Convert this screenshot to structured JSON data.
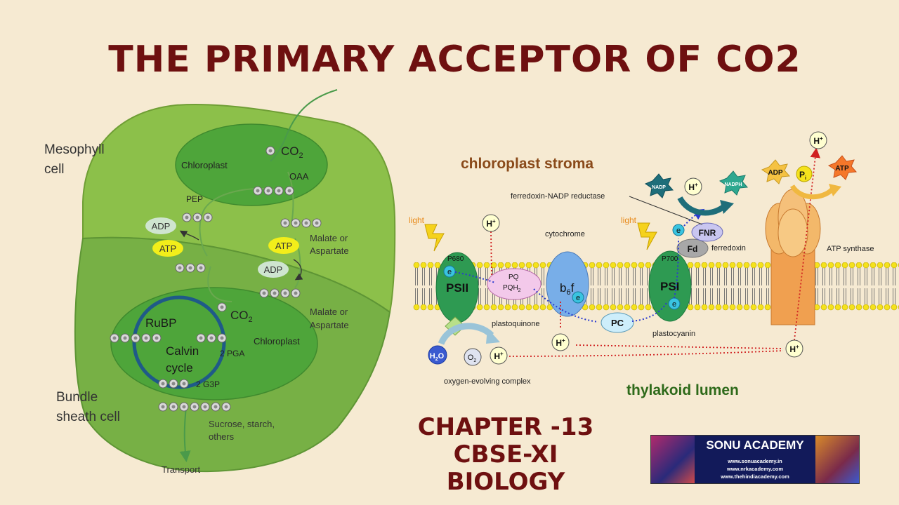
{
  "title": "THE PRIMARY ACCEPTOR OF CO2",
  "chapter": {
    "line1": "CHAPTER -13",
    "line2": "CBSE-XI",
    "line3": "BIOLOGY"
  },
  "c4_diagram": {
    "mesophyll_label": [
      "Mesophyll",
      "cell"
    ],
    "bundle_label": [
      "Bundle",
      "sheath cell"
    ],
    "chloroplast_top": "Chloroplast",
    "chloroplast_bottom": "Chloroplast",
    "co2": "CO",
    "co2_sub": "2",
    "oaa": "OAA",
    "pep": "PEP",
    "adp": "ADP",
    "atp": "ATP",
    "malate_aspartate": [
      "Malate or",
      "Aspartate"
    ],
    "rubp": "RuBP",
    "calvin": [
      "Calvin",
      "cycle"
    ],
    "pga": "2 PGA",
    "g3p": "2 G3P",
    "sucrose": [
      "Sucrose, starch,",
      "others"
    ],
    "transport": "Transport"
  },
  "light_diagram": {
    "stroma": "chloroplast stroma",
    "lumen": "thylakoid lumen",
    "light": "light",
    "p680": "P680",
    "psii": "PSII",
    "p700": "P700",
    "psi": "PSI",
    "pq": "PQ",
    "pqh": "PQH",
    "pqh_sub": "2",
    "plastoquinone": "plastoquinone",
    "cytochrome": "cytochrome",
    "b6f": "b",
    "b6f_sub": "6",
    "b6f_end": "f",
    "pc": "PC",
    "plastocyanin": "plastocyanin",
    "fd": "Fd",
    "ferredoxin": "ferredoxin",
    "fnr": "FNR",
    "fnr_label": "ferredoxin-NADP reductase",
    "nadp": "NADP",
    "nadph": "NADPH",
    "h_plus": "H",
    "e_minus": "e",
    "h2o": "H",
    "o2": "O",
    "oec": "oxygen-evolving complex",
    "adp": "ADP",
    "pi": "P",
    "atp": "ATP",
    "atp_synthase": "ATP synthase"
  },
  "banner": {
    "name": "SONU ACADEMY",
    "urls": [
      "www.sonuacademy.in",
      "www.nrkacademy.com",
      "www.thehindiacademy.com"
    ]
  },
  "colors": {
    "title": "#6e1010",
    "background": "#f6ead2",
    "mesophyll": "#8cc04a",
    "bundle_sheath": "#77b045",
    "chloroplast": "#4ea53a",
    "psii_psi": "#2e9a52",
    "cytochrome": "#78aee8",
    "atp_synthase": "#f0a050",
    "proton_path": "#d02020"
  }
}
